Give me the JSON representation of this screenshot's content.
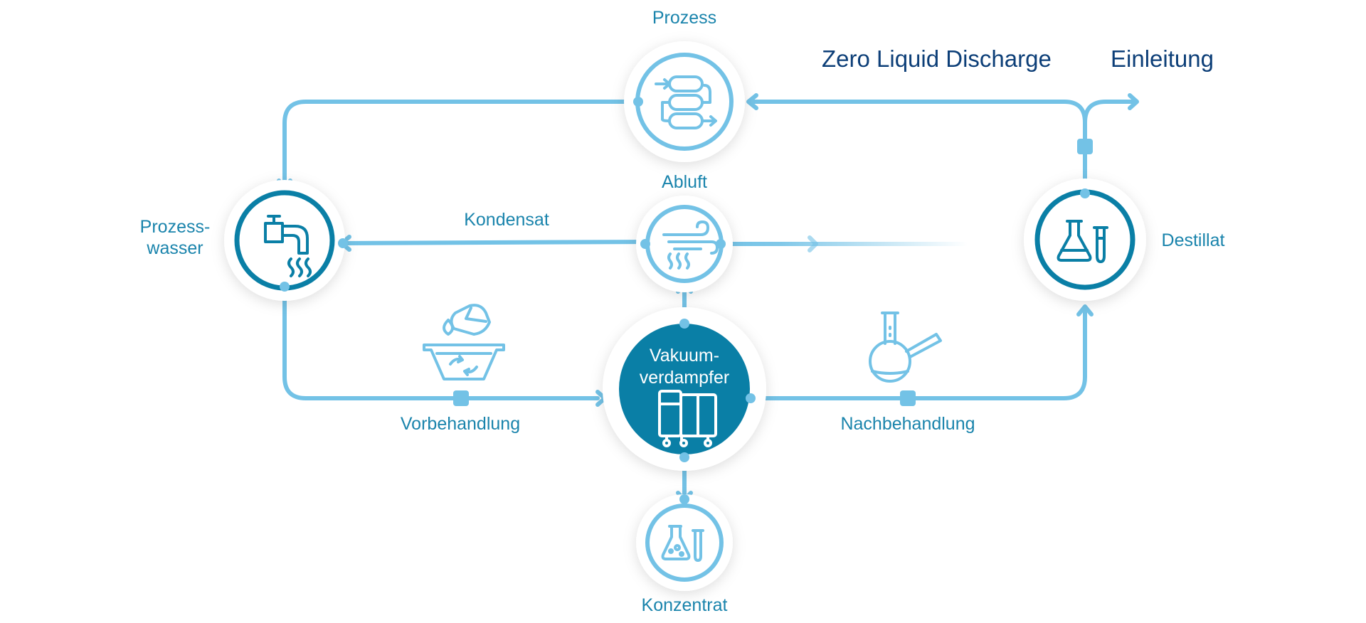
{
  "diagram": {
    "title_zld": "Zero Liquid Discharge",
    "title_einleitung": "Einleitung",
    "nodes": {
      "prozess": "Prozess",
      "abluft": "Abluft",
      "prozesswasser_line1": "Prozess-",
      "prozesswasser_line2": "wasser",
      "destillat": "Destillat",
      "vakuum_line1": "Vakuum-",
      "vakuum_line2": "verdampfer",
      "konzentrat": "Konzentrat"
    },
    "flows": {
      "kondensat": "Kondensat",
      "vorbehandlung": "Vorbehandlung",
      "nachbehandlung": "Nachbehandlung"
    },
    "colors": {
      "line": "#73c2e6",
      "dark": "#0a7fa6",
      "text": "#1a84ac",
      "title": "#0d3f78"
    },
    "icons": [
      "filter-cartridge-icon",
      "faucet-icon",
      "wind-icon",
      "flask-tube-icon",
      "pretreatment-basin-icon",
      "round-flask-icon",
      "evaporator-machine-icon"
    ]
  }
}
